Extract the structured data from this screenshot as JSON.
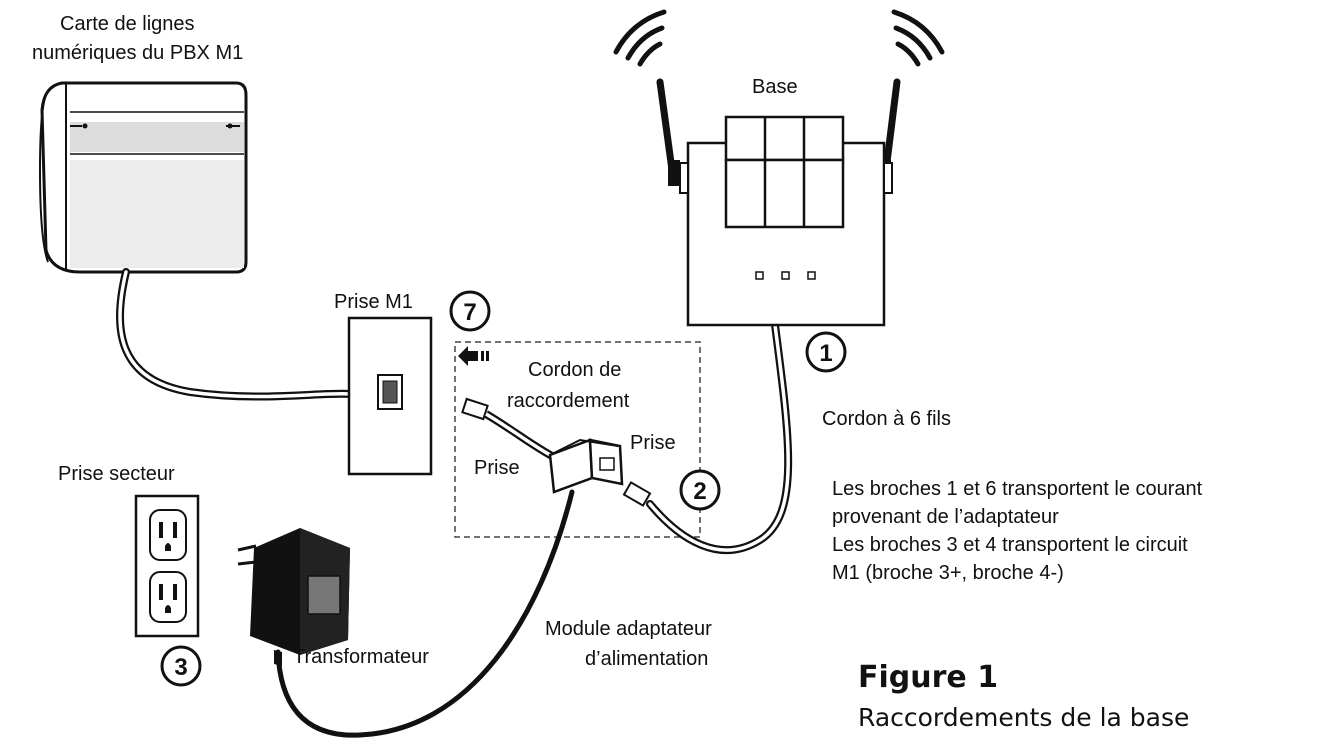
{
  "labels": {
    "pbx_card": [
      "Carte de lignes",
      "numériques du PBX M1"
    ],
    "base": "Base",
    "prise_m1": "Prise M1",
    "cordon_raccordement": [
      "Cordon de",
      "raccordement"
    ],
    "prise_left": "Prise",
    "prise_right": "Prise",
    "cordon_6_fils": "Cordon à 6 fils",
    "broches_note": [
      "Les broches 1 et 6 transportent le courant",
      "provenant de l’adaptateur",
      "Les broches 3 et 4 transportent le circuit",
      "M1 (broche 3+, broche 4-)"
    ],
    "prise_secteur": "Prise secteur",
    "transformateur": "Transformateur",
    "module_adaptateur": [
      "Module adaptateur",
      "d’alimentation"
    ]
  },
  "callouts": {
    "c7": "7",
    "c1": "1",
    "c2": "2",
    "c3": "3"
  },
  "figure": {
    "title": "Figure 1",
    "subtitle": "Raccordements de la base"
  }
}
